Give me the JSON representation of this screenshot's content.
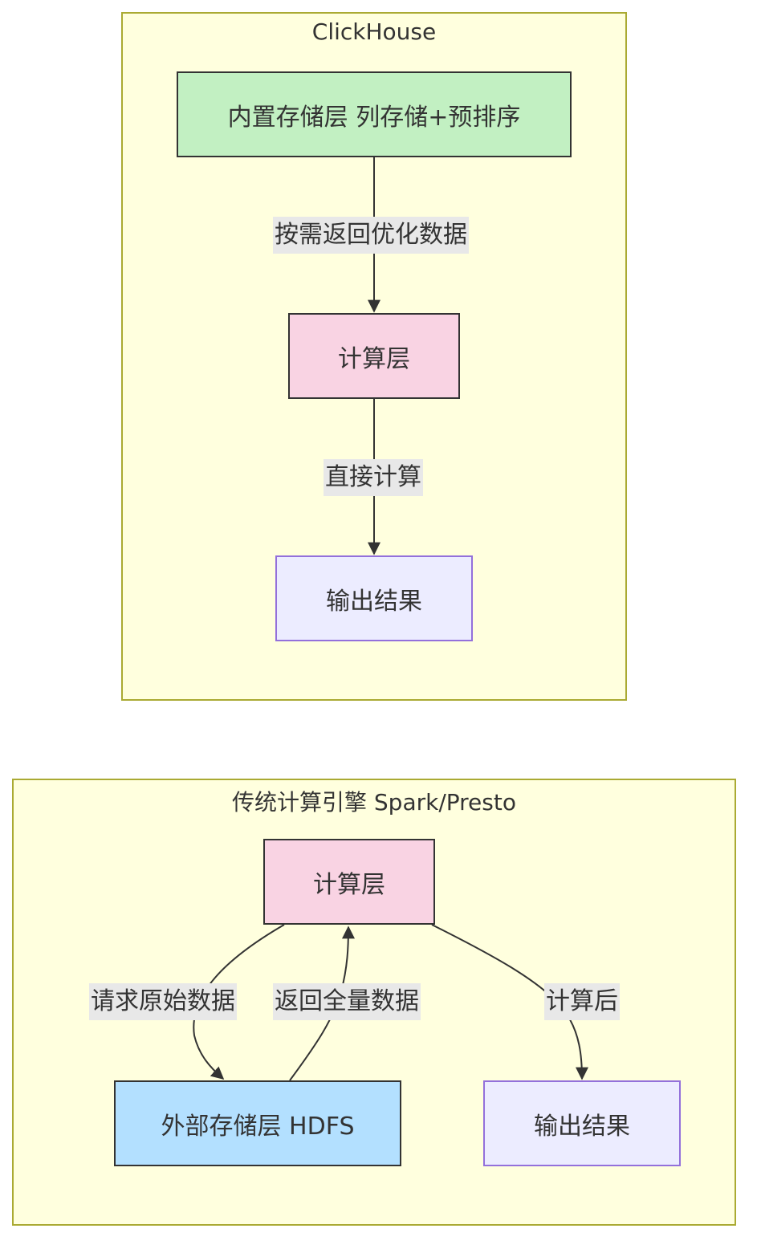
{
  "clickhouse": {
    "title": "ClickHouse",
    "storage_node": "内置存储层 列存储+预排序",
    "compute_node": "计算层",
    "output_node": "输出结果",
    "edge_storage_to_compute": "按需返回优化数据",
    "edge_compute_to_output": "直接计算"
  },
  "traditional": {
    "title": "传统计算引擎 Spark/Presto",
    "compute_node": "计算层",
    "storage_node": "外部存储层 HDFS",
    "output_node": "输出结果",
    "edge_request_raw": "请求原始数据",
    "edge_return_full": "返回全量数据",
    "edge_after_compute": "计算后"
  },
  "colors": {
    "cluster_fill": "#ffffde",
    "cluster_border": "#aaaa33",
    "storage_green": "#c2f0c2",
    "compute_pink": "#f9d3e3",
    "output_lavender": "#ececff",
    "output_border": "#9370db",
    "hdfs_blue": "#b3e0ff",
    "edge_label_bg": "#e8e8e8"
  }
}
